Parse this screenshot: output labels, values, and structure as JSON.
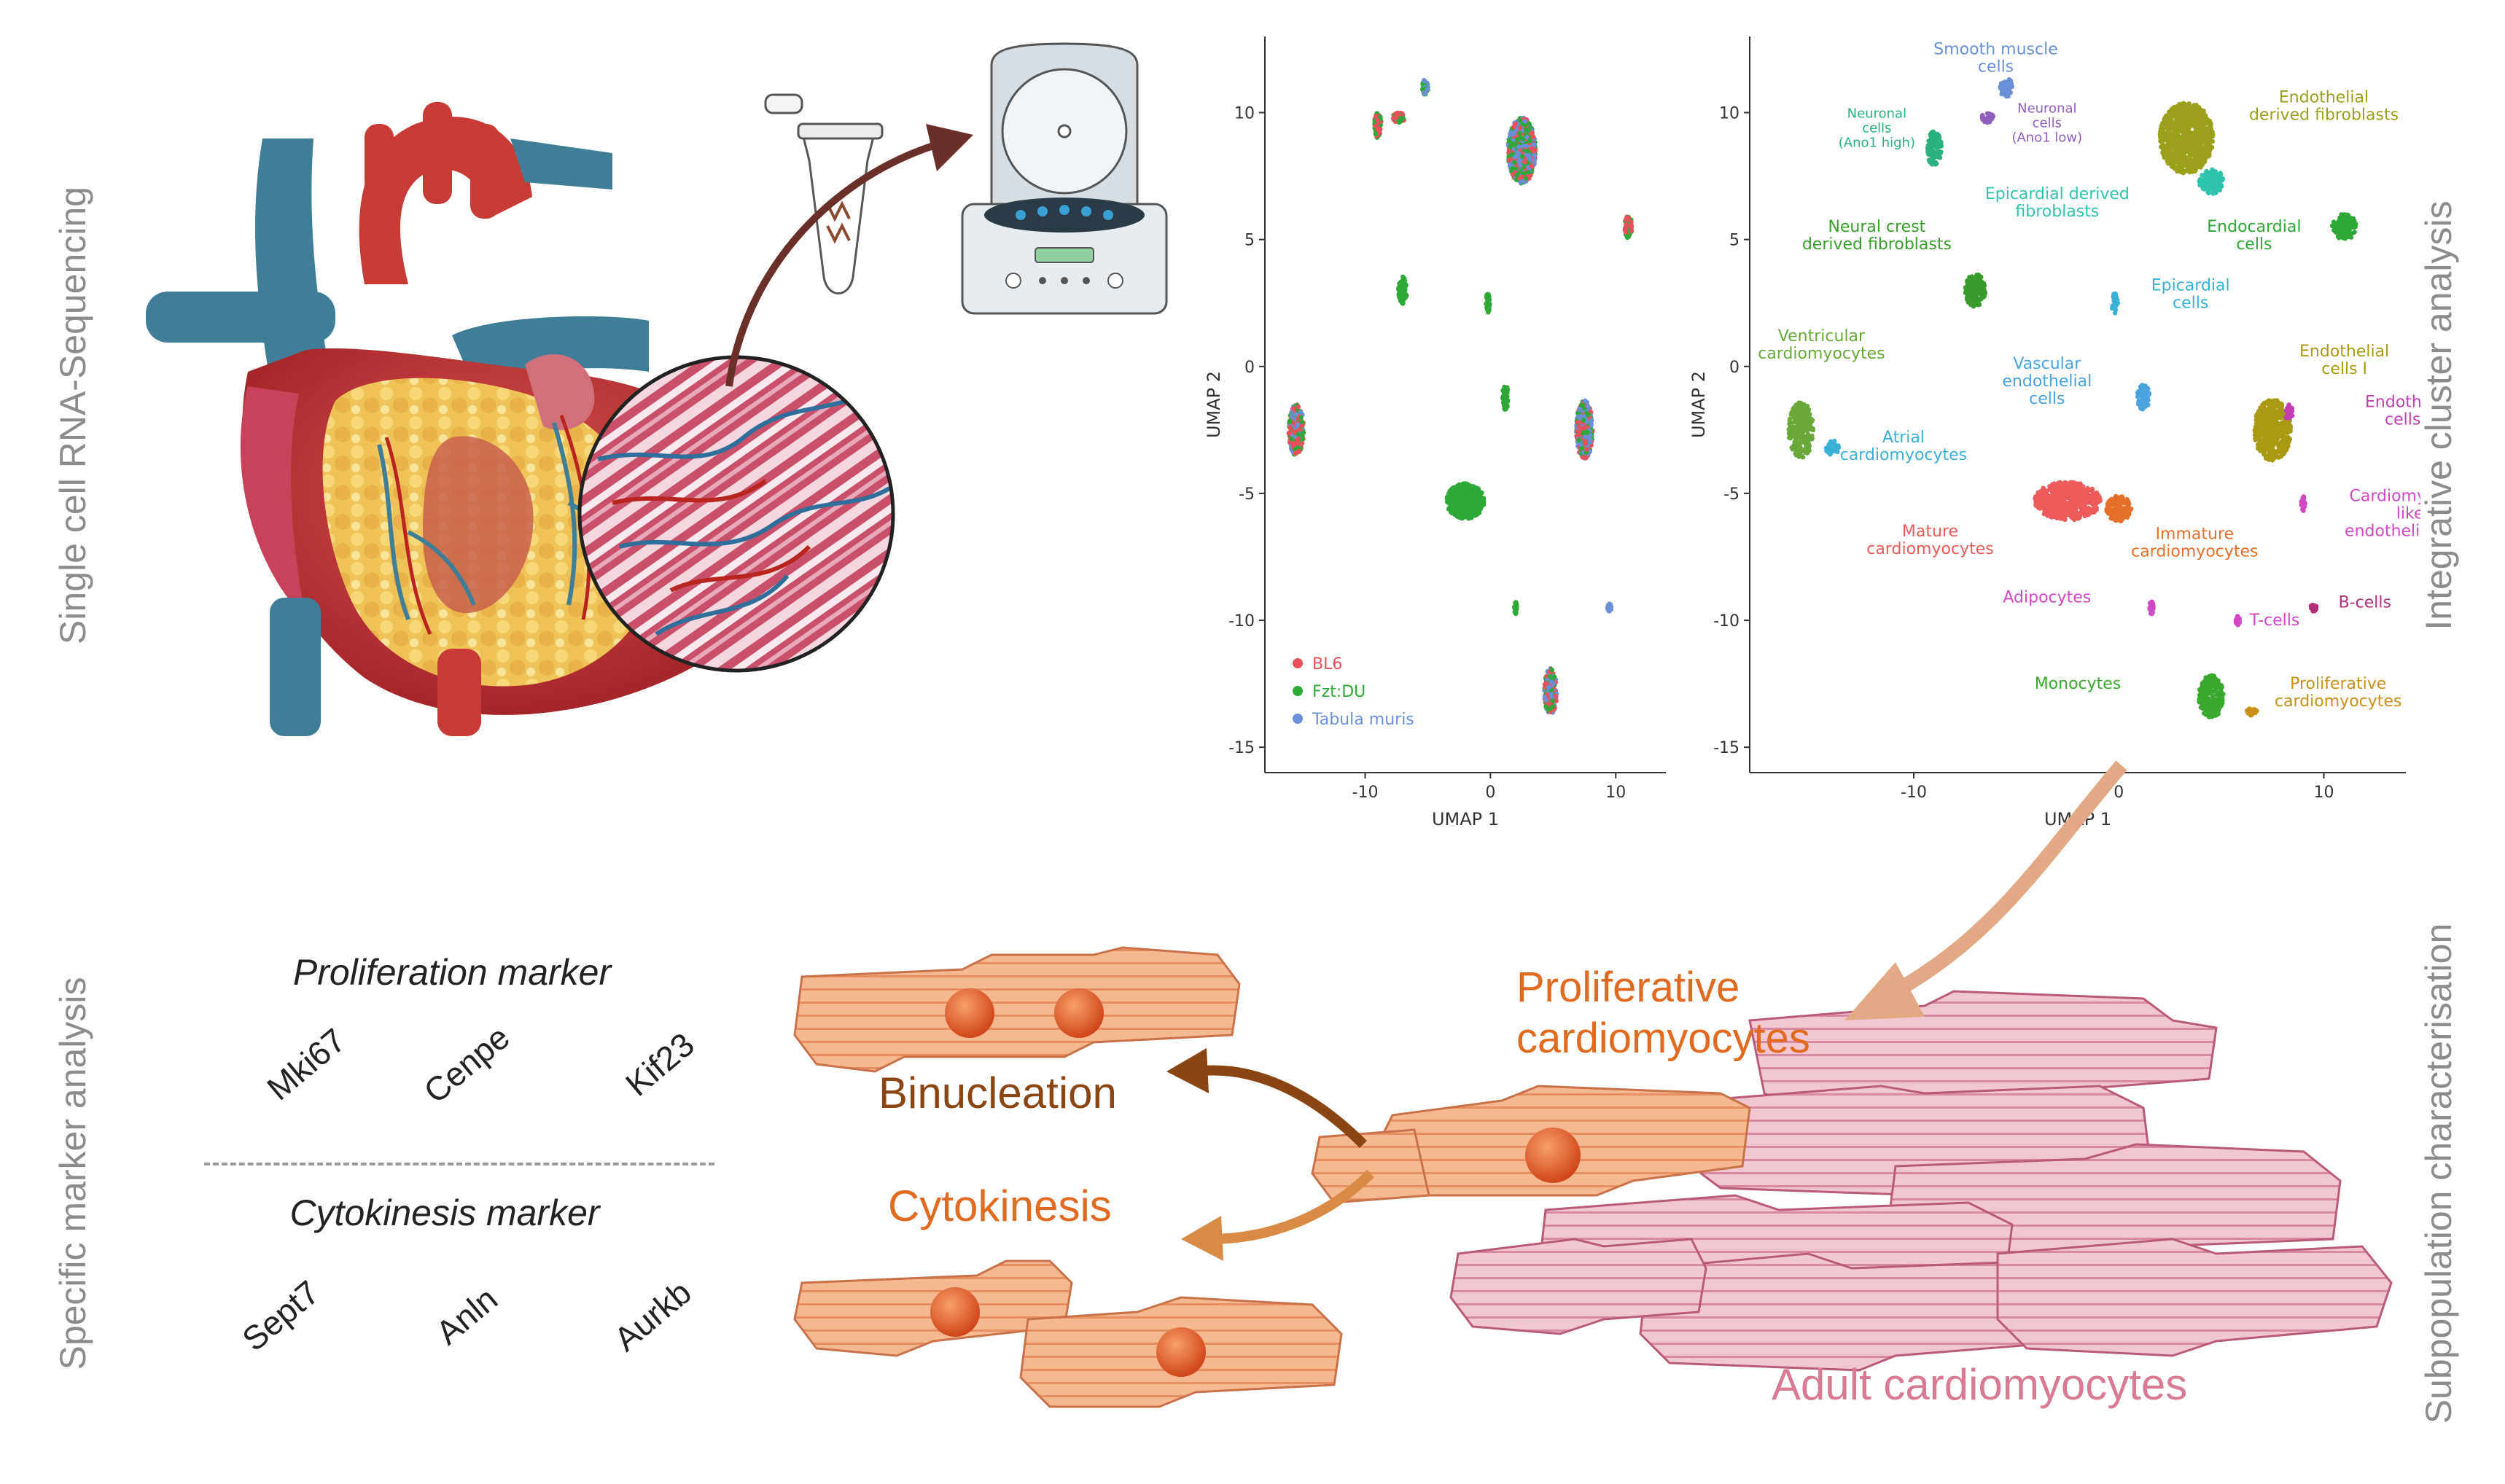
{
  "side_labels": {
    "top_left": "Single cell RNA-Sequencing",
    "bottom_left": "Specific marker analysis",
    "top_right": "Integrative cluster analysis",
    "bottom_right": "Subpopulation characterisation"
  },
  "markers": {
    "proliferation_title": "Proliferation marker",
    "proliferation_genes": [
      "Mki67",
      "Cenpe",
      "Kif23"
    ],
    "cytokinesis_title": "Cytokinesis marker",
    "cytokinesis_genes": [
      "Sept7",
      "Anln",
      "Aurkb"
    ]
  },
  "flow": {
    "proliferative": [
      "Proliferative",
      "cardiomyocytes"
    ],
    "binucleation": "Binucleation",
    "cytokinesis": "Cytokinesis",
    "adult": "Adult cardiomyocytes"
  },
  "colors": {
    "proliferative": "#e06a1f",
    "binucleation": "#8b4513",
    "cytokinesis": "#e06a1f",
    "adult": "#d87a93",
    "side_label": "#8c8c8c"
  },
  "chart_data": [
    {
      "type": "scatter",
      "xlabel": "UMAP 1",
      "ylabel": "UMAP 2",
      "xlim": [
        -18,
        14
      ],
      "ylim": [
        -16,
        13
      ],
      "xticks": [
        -10,
        0,
        10
      ],
      "yticks": [
        10,
        5,
        0,
        -5,
        -10,
        -15
      ],
      "grid": false,
      "legend_position": "bottom-left",
      "series": [
        {
          "name": "BL6",
          "color": "#e8505b"
        },
        {
          "name": "Fzt:DU",
          "color": "#2ea836"
        },
        {
          "name": "Tabula muris",
          "color": "#6b8fd6"
        }
      ],
      "clusters": [
        {
          "x": 2.5,
          "y": 8.5,
          "w": 2.2,
          "h": 2.6,
          "series": [
            "BL6",
            "Fzt:DU",
            "Tabula muris"
          ]
        },
        {
          "x": -9,
          "y": 9.5,
          "w": 0.6,
          "h": 1.0,
          "series": [
            "Fzt:DU",
            "BL6"
          ]
        },
        {
          "x": -7.3,
          "y": 9.8,
          "w": 1.0,
          "h": 0.4,
          "series": [
            "BL6",
            "Fzt:DU"
          ]
        },
        {
          "x": -5.2,
          "y": 11.0,
          "w": 0.5,
          "h": 0.6,
          "series": [
            "Tabula muris",
            "Fzt:DU"
          ]
        },
        {
          "x": 11.0,
          "y": 5.5,
          "w": 0.6,
          "h": 0.9,
          "series": [
            "BL6",
            "Fzt:DU"
          ]
        },
        {
          "x": -7.0,
          "y": 3.0,
          "w": 0.7,
          "h": 1.1,
          "series": [
            "Fzt:DU"
          ]
        },
        {
          "x": -0.2,
          "y": 2.5,
          "w": 0.3,
          "h": 0.8,
          "series": [
            "Fzt:DU"
          ]
        },
        {
          "x": -15.5,
          "y": -2.5,
          "w": 1.2,
          "h": 2.0,
          "series": [
            "Fzt:DU",
            "BL6",
            "Tabula muris"
          ]
        },
        {
          "x": 1.2,
          "y": -1.2,
          "w": 0.5,
          "h": 1.0,
          "series": [
            "Fzt:DU"
          ]
        },
        {
          "x": 7.5,
          "y": -2.5,
          "w": 1.3,
          "h": 2.3,
          "series": [
            "BL6",
            "Fzt:DU",
            "Tabula muris"
          ]
        },
        {
          "x": -2.0,
          "y": -5.3,
          "w": 3.0,
          "h": 1.4,
          "series": [
            "Fzt:DU"
          ]
        },
        {
          "x": 2.0,
          "y": -9.5,
          "w": 0.2,
          "h": 0.5,
          "series": [
            "Fzt:DU"
          ]
        },
        {
          "x": 9.5,
          "y": -9.5,
          "w": 0.3,
          "h": 0.3,
          "series": [
            "Tabula muris"
          ]
        },
        {
          "x": 4.8,
          "y": -12.8,
          "w": 1.0,
          "h": 1.8,
          "series": [
            "Fzt:DU",
            "Tabula muris",
            "BL6"
          ]
        }
      ]
    },
    {
      "type": "scatter",
      "xlabel": "UMAP 1",
      "ylabel": "UMAP 2",
      "xlim": [
        -18,
        14
      ],
      "ylim": [
        -16,
        13
      ],
      "xticks": [
        -10,
        0,
        10
      ],
      "yticks": [
        10,
        5,
        0,
        -5,
        -10,
        -15
      ],
      "grid": false,
      "series": [
        {
          "name": "Smooth muscle cells",
          "color": "#6b8fd6",
          "x": -5.5,
          "y": 11.0,
          "w": 0.6,
          "h": 0.8
        },
        {
          "name": "Neuronal cells (Ano1 low)",
          "color": "#8e5fbf",
          "x": -6.4,
          "y": 9.8,
          "w": 0.6,
          "h": 0.4
        },
        {
          "name": "Neuronal cells (Ano1 high)",
          "color": "#2bb07f",
          "x": -9.0,
          "y": 8.6,
          "w": 0.7,
          "h": 1.4
        },
        {
          "name": "Endothelial derived fibroblasts",
          "color": "#9aa01a",
          "x": 3.3,
          "y": 9.0,
          "w": 2.6,
          "h": 2.8
        },
        {
          "name": "Epicardial derived fibroblasts",
          "color": "#2fc4ac",
          "x": 4.5,
          "y": 7.3,
          "w": 1.2,
          "h": 1.0
        },
        {
          "name": "Endocardial cells",
          "color": "#2ea836",
          "x": 11.0,
          "y": 5.5,
          "w": 1.2,
          "h": 1.0
        },
        {
          "name": "Neural crest derived fibroblasts",
          "color": "#3a9c2e",
          "x": -7.0,
          "y": 3.0,
          "w": 1.0,
          "h": 1.3
        },
        {
          "name": "Epicardial cells",
          "color": "#3bb0d6",
          "x": -0.2,
          "y": 2.5,
          "w": 0.3,
          "h": 0.8
        },
        {
          "name": "Ventricular cardiomyocytes",
          "color": "#6aa83a",
          "x": -15.5,
          "y": -2.5,
          "w": 1.2,
          "h": 2.2
        },
        {
          "name": "Atrial cardiomyocytes",
          "color": "#3bb0d6",
          "x": -14.0,
          "y": -3.2,
          "w": 0.7,
          "h": 0.6
        },
        {
          "name": "Vascular endothelial cells",
          "color": "#4aa3df",
          "x": 1.2,
          "y": -1.2,
          "w": 0.6,
          "h": 1.0
        },
        {
          "name": "Endothelial cells I",
          "color": "#a79a12",
          "x": 7.5,
          "y": -2.5,
          "w": 1.8,
          "h": 2.4
        },
        {
          "name": "Endothelial cells II",
          "color": "#c23fb3",
          "x": 8.3,
          "y": -1.8,
          "w": 0.4,
          "h": 0.6
        },
        {
          "name": "Cardiomyocyte like endothelial cells",
          "color": "#d148c4",
          "x": 9.0,
          "y": -5.4,
          "w": 0.2,
          "h": 0.6
        },
        {
          "name": "Mature cardiomyocytes",
          "color": "#ef5a5a",
          "x": -2.5,
          "y": -5.3,
          "w": 3.2,
          "h": 1.5
        },
        {
          "name": "Immature cardiomyocytes",
          "color": "#e36f2a",
          "x": 0.0,
          "y": -5.6,
          "w": 1.2,
          "h": 1.0
        },
        {
          "name": "Adipocytes",
          "color": "#d148c4",
          "x": 1.6,
          "y": -9.5,
          "w": 0.2,
          "h": 0.5
        },
        {
          "name": "B-cells",
          "color": "#b0307a",
          "x": 9.5,
          "y": -9.5,
          "w": 0.3,
          "h": 0.3
        },
        {
          "name": "T-cells",
          "color": "#d148c4",
          "x": 5.8,
          "y": -10.0,
          "w": 0.2,
          "h": 0.4
        },
        {
          "name": "Monocytes",
          "color": "#3aa82f",
          "x": 4.5,
          "y": -13.0,
          "w": 1.2,
          "h": 1.7
        },
        {
          "name": "Proliferative cardiomyocytes",
          "color": "#c98f18",
          "x": 6.5,
          "y": -13.6,
          "w": 0.5,
          "h": 0.3
        }
      ]
    }
  ]
}
